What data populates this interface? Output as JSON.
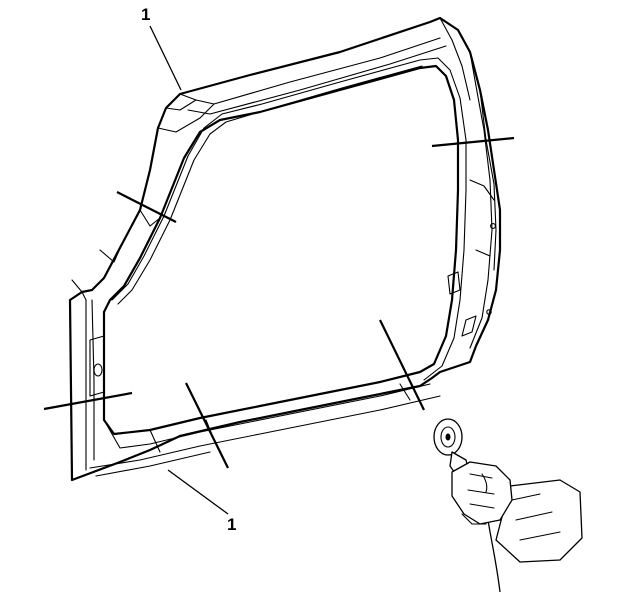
{
  "callouts": [
    {
      "id": "top",
      "label": "1"
    },
    {
      "id": "bottom",
      "label": "1"
    }
  ],
  "icons": {
    "side_frame": "vehicle-side-frame-panel",
    "grinder": "grinder-tool-in-hand"
  },
  "colors": {
    "line": "#000000",
    "background": "#ffffff"
  }
}
